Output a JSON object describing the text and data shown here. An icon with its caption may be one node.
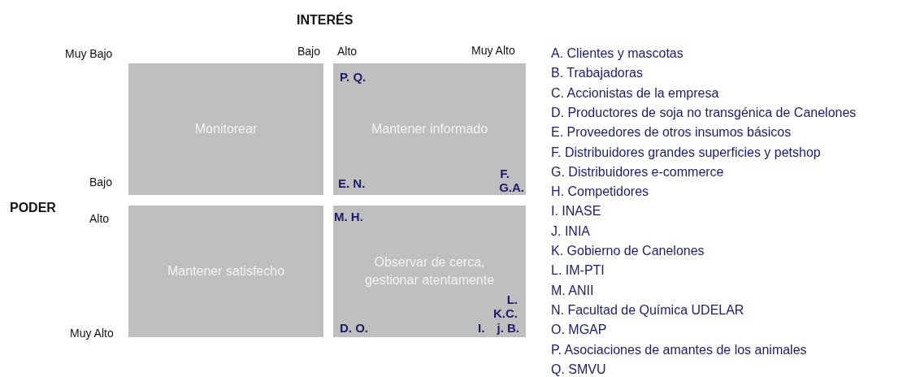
{
  "diagram": {
    "nodes": [
      {
        "text": [
          "Monitorear"
        ]
      },
      {
        "text": [
          "Mantener informado",
          "P. Q.",
          "E. N.",
          "F.",
          "G.A."
        ]
      },
      {
        "text": [
          "Mantener satisfecho"
        ]
      },
      {
        "text": [
          "Observar de cerca, gestionar atentamente",
          "M. H.",
          "L.",
          "K.C.",
          "D. O.",
          "I.",
          "j. B."
        ]
      }
    ],
    "labels": [
      "INTERÉS",
      "Muy Bajo",
      "Bajo",
      "Alto",
      "Muy Alto",
      "Bajo",
      "PODER",
      "Alto",
      "Muy Alto",
      "A. Clientes y mascotas",
      "B. Trabajadoras",
      "C. Accionistas de la empresa",
      "D. Productores de soja no transgénica de Canelones",
      "E. Proveedores de otros insumos básicos",
      "F. Distribuidores grandes superficies y petshop",
      "G. Distribuidores e-commerce",
      "H. Competidores",
      "I. INASE",
      "J. INIA",
      "K. Gobierno de Canelones",
      "L. IM-PTI",
      "M. ANII",
      "N. Facultad de Química UDELAR",
      "O. MGAP",
      "P. Asociaciones de amantes de los animales",
      "Q. SMVU"
    ]
  }
}
